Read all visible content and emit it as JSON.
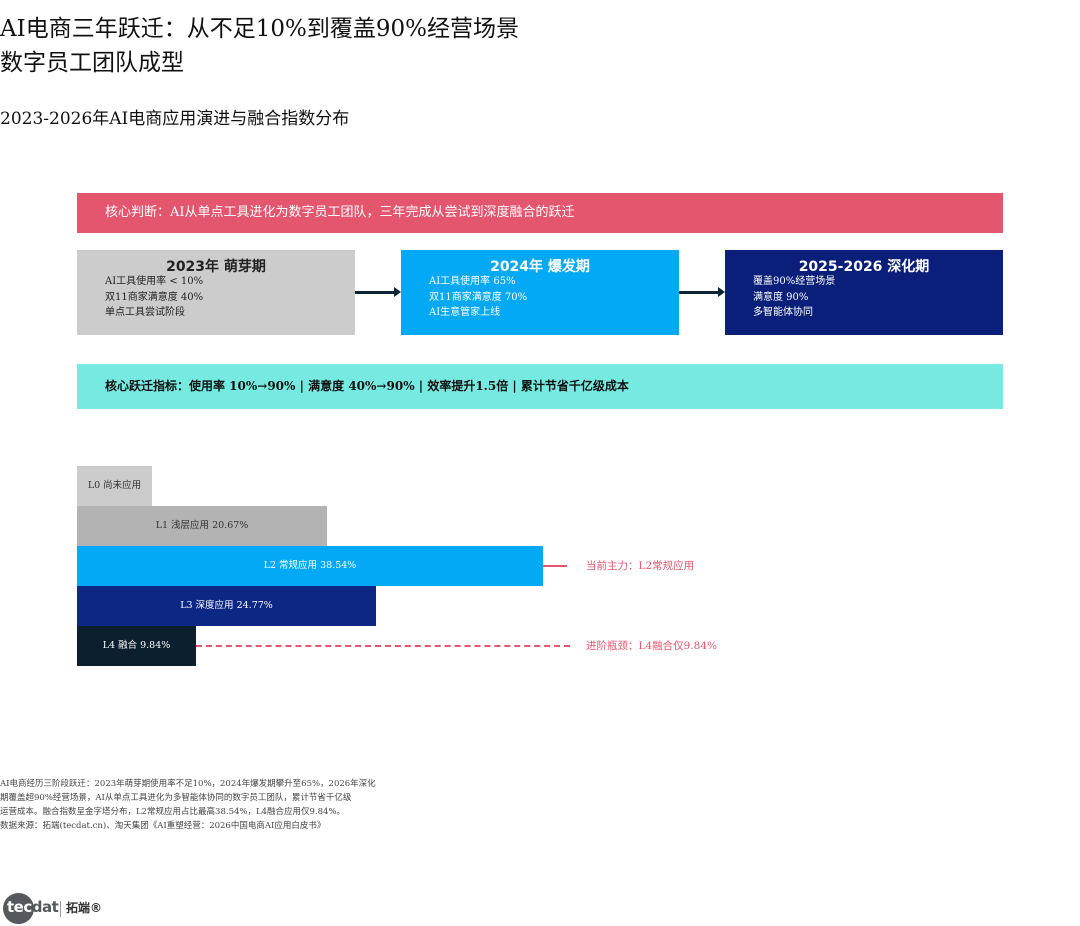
{
  "title_line1": "AI电商三年跃迁：从不足10%到覆盖90%经营场景",
  "title_line2": "数字员工团队成型",
  "subtitle": "2023-2026年AI电商应用演进与融合指数分布",
  "banner_judgement": "核心判断：AI从单点工具进化为数字员工团队，三年完成从尝试到深度融合的跃迁",
  "stages": [
    {
      "title": "2023年  萌芽期",
      "items": [
        "AI工具使用率 < 10%",
        "双11商家满意度 40%",
        "单点工具尝试阶段"
      ]
    },
    {
      "title": "2024年  爆发期",
      "items": [
        "AI工具使用率 65%",
        "双11商家满意度 70%",
        "AI生意管家上线"
      ]
    },
    {
      "title": "2025-2026  深化期",
      "items": [
        "覆盖90%经营场景",
        "满意度 90%",
        "多智能体协同"
      ]
    }
  ],
  "banner_metrics": "核心跃迁指标：使用率 10%→90% | 满意度 40%→90% | 效率提升1.5倍 | 累计节省千亿级成本",
  "chart_data": {
    "type": "bar",
    "title": "",
    "categories": [
      "L0 尚未应用",
      "L1 浅层应用",
      "L2 常规应用",
      "L3 深度应用",
      "L4 融合"
    ],
    "values": [
      6.18,
      20.67,
      38.54,
      24.77,
      9.84
    ],
    "labels": [
      "L0 尚未应用 6.18%",
      "L1 浅层应用 20.67%",
      "L2 常规应用 38.54%",
      "L3 深度应用 24.77%",
      "L4 融合 9.84%"
    ],
    "colors": [
      "#cccccc",
      "#b3b3b3",
      "#03a9f4",
      "#0d2784",
      "#0b1f2e"
    ],
    "text_colors": [
      "#333333",
      "#333333",
      "#ffffff",
      "#ffffff",
      "#ffffff"
    ],
    "annotations": [
      {
        "text": "当前主力：L2常规应用",
        "target": "L2 常规应用",
        "line": "solid",
        "color": "#e4556e"
      },
      {
        "text": "进阶瓶颈：L4融合仅9.84%",
        "target": "L4 融合",
        "line": "dashed",
        "color": "#e4556e"
      }
    ]
  },
  "note_lines": [
    "AI电商经历三阶段跃迁：2023年萌芽期使用率不足10%，2024年爆发期攀升至65%，2026年深化",
    "期覆盖超90%经营场景，AI从单点工具进化为多智能体协同的数字员工团队，累计节省千亿级",
    "运营成本。融合指数呈金字塔分布，L2常规应用占比最高38.54%，L4融合应用仅9.84%。",
    "数据来源：拓端(tecdat.cn)、淘天集团《AI重塑经营：2026中国电商AI应用白皮书》"
  ],
  "logo": {
    "mark_a": "tec",
    "mark_b": "dat",
    "brand_cn": "拓端®"
  }
}
